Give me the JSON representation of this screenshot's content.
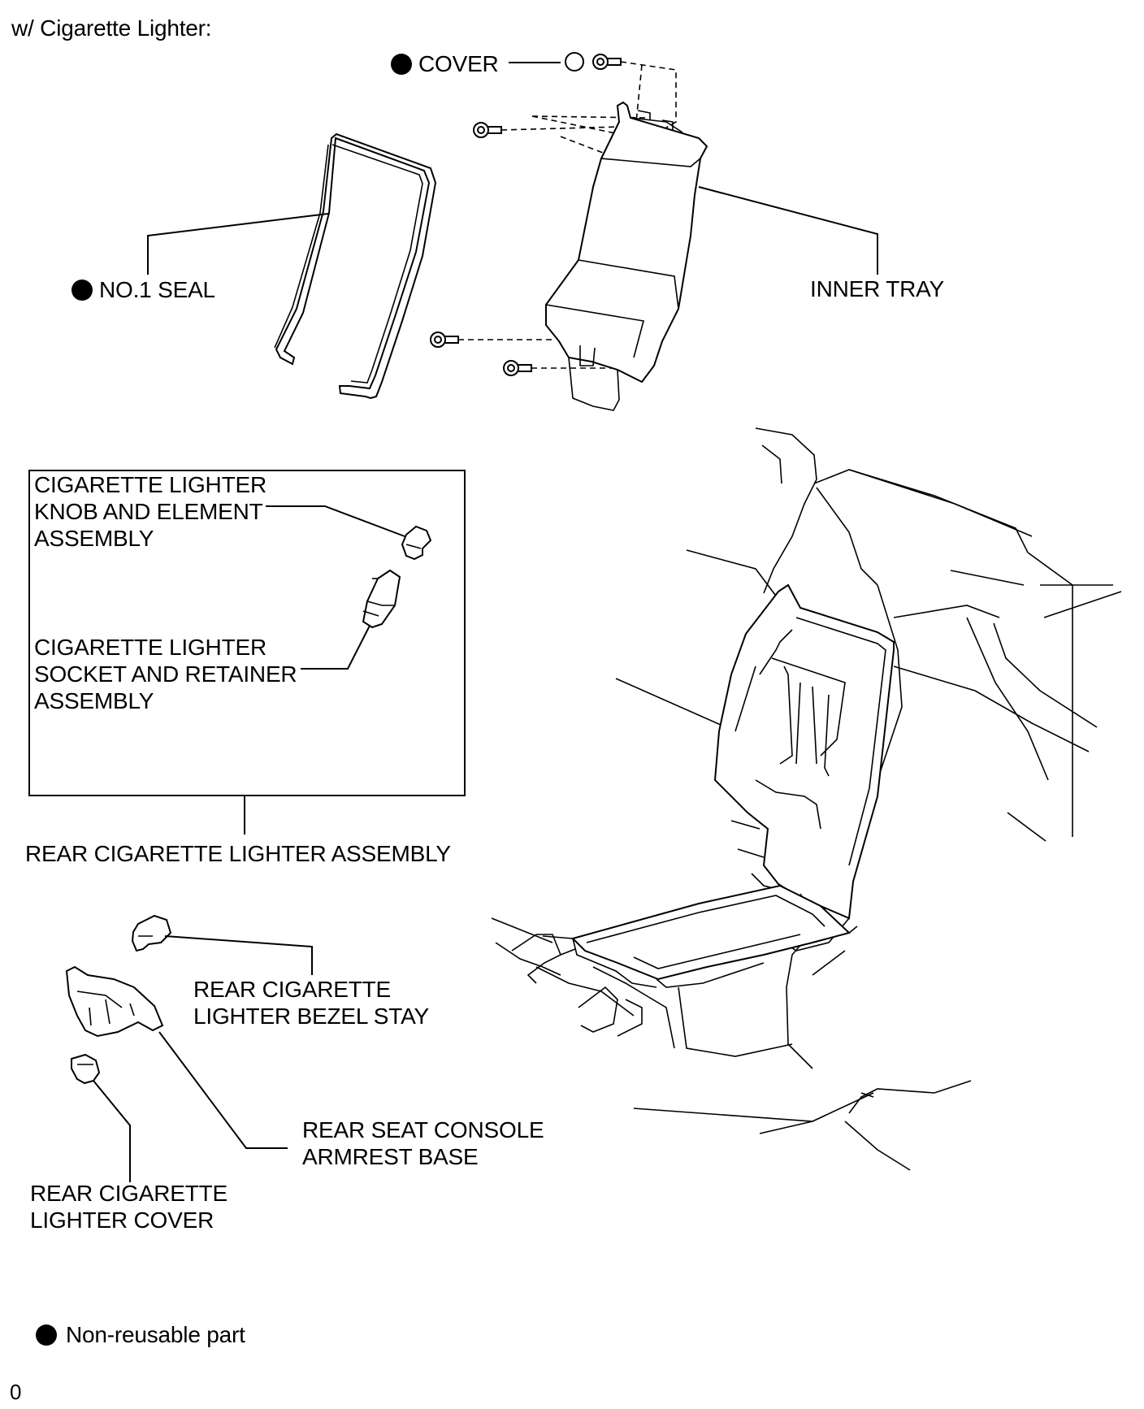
{
  "header": {
    "title": "w/ Cigarette Lighter:"
  },
  "labels": {
    "cover": "COVER",
    "no1_seal": "NO.1 SEAL",
    "inner_tray": "INNER TRAY",
    "knob_element_1": "CIGARETTE LIGHTER",
    "knob_element_2": "KNOB AND ELEMENT",
    "knob_element_3": "ASSEMBLY",
    "socket_retainer_1": "CIGARETTE LIGHTER",
    "socket_retainer_2": "SOCKET AND RETAINER",
    "socket_retainer_3": "ASSEMBLY",
    "rear_lighter_assembly": "REAR CIGARETTE LIGHTER ASSEMBLY",
    "bezel_stay_1": "REAR CIGARETTE",
    "bezel_stay_2": "LIGHTER BEZEL STAY",
    "armrest_base_1": "REAR SEAT CONSOLE",
    "armrest_base_2": "ARMREST BASE",
    "lighter_cover_1": "REAR CIGARETTE",
    "lighter_cover_2": "LIGHTER COVER"
  },
  "legend": {
    "non_reusable": "Non-reusable part",
    "symbol": "filled-circle-icon"
  },
  "footer": {
    "code": "0"
  },
  "colors": {
    "ink": "#000000",
    "paper": "#ffffff"
  }
}
